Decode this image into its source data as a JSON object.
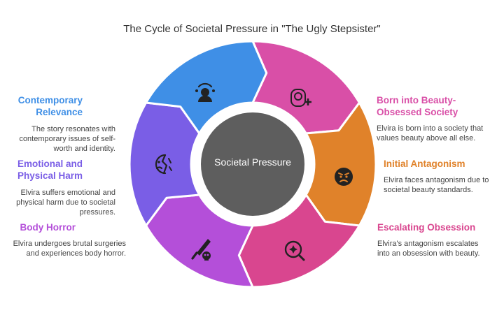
{
  "title": "The Cycle of Societal Pressure in \"The Ugly Stepsister\"",
  "center": {
    "label": "Societal Pressure",
    "color": "#5e5e5e"
  },
  "stages": [
    {
      "id": "born",
      "title": "Born into Beauty-Obsessed Society",
      "description": "Elvira is born into a society that values beauty above all else.",
      "color": "#d94fa7",
      "icon": "baby-icon"
    },
    {
      "id": "initial",
      "title": "Initial Antagonism",
      "description": "Elvira faces antagonism due to societal beauty standards.",
      "color": "#e0822a",
      "icon": "angry-face-icon"
    },
    {
      "id": "escalating",
      "title": "Escalating Obsession",
      "description": "Elvira's antagonism escalates into an obsession with beauty.",
      "color": "#d9468f",
      "icon": "magnifier-icon"
    },
    {
      "id": "body",
      "title": "Body Horror",
      "description": "Elvira undergoes brutal surgeries and experiences body horror.",
      "color": "#b44fd9",
      "icon": "knife-skull-icon"
    },
    {
      "id": "harm",
      "title": "Emotional and Physical Harm",
      "description": "Elvira suffers emotional and physical harm due to societal pressures.",
      "color": "#7a5ee6",
      "icon": "harmed-face-icon"
    },
    {
      "id": "contemporary",
      "title": "Contemporary Relevance",
      "description": "The story resonates with contemporary issues of self-worth and identity.",
      "color": "#3f8fe6",
      "icon": "person-speaker-icon"
    }
  ]
}
